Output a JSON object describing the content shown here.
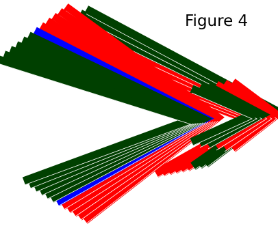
{
  "figure": {
    "title": "Figure 4"
  },
  "chevrons": {
    "colors": {
      "red": "#ff0000",
      "blue": "#0000ff",
      "dark_green": "#004000",
      "separator": "#ffffff"
    },
    "back_bundle": {
      "stripe_count": 9,
      "stripe_colors": [
        "red",
        "red",
        "red",
        "red",
        "red",
        "red",
        "dark_green",
        "dark_green",
        "dark_green"
      ]
    },
    "front_bundle": {
      "stripe_count": 12,
      "stripe_colors": [
        "red",
        "red",
        "red",
        "red",
        "red",
        "blue",
        "dark_green",
        "dark_green",
        "dark_green",
        "dark_green",
        "dark_green",
        "dark_green"
      ]
    },
    "center_spikes": {
      "count": 6,
      "stripe_colors": [
        "red",
        "red",
        "red",
        "dark_green",
        "dark_green",
        "dark_green"
      ]
    }
  }
}
